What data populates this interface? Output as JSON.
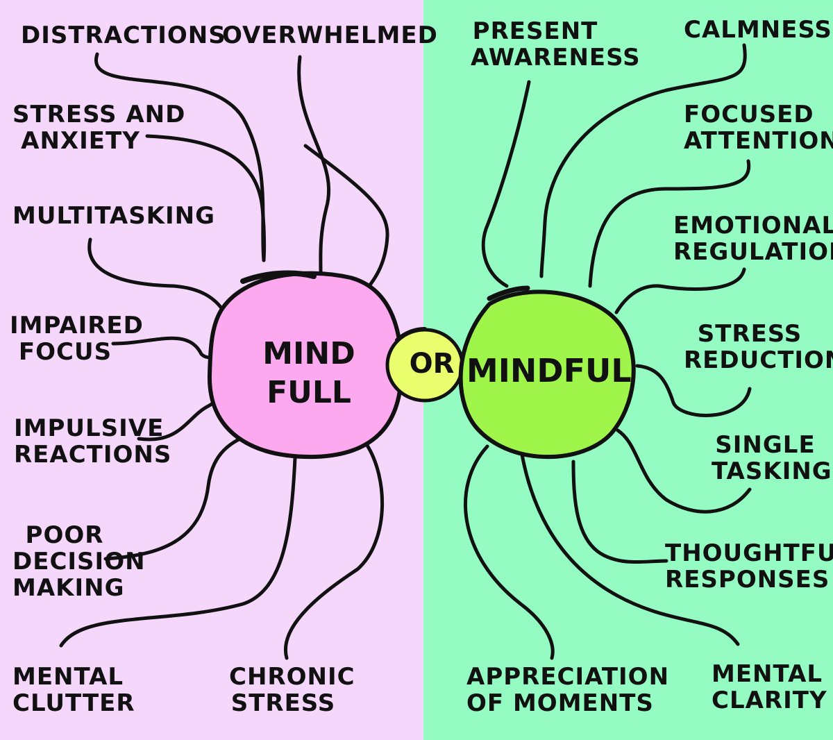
{
  "colors": {
    "left_background": "#f4d7fb",
    "right_background": "#94fbc2",
    "mind_full_bubble": "#fda9ef",
    "or_bubble": "#eaff6e",
    "mindful_bubble": "#9ff54a",
    "ink": "#111111"
  },
  "center": {
    "mind_full": [
      "MIND",
      "FULL"
    ],
    "or": "OR",
    "mindful": "MINDFUL"
  },
  "mind_full_branches": {
    "distractions": [
      "DISTRACTIONS"
    ],
    "overwhelmed": [
      "OVERWHELMED"
    ],
    "stress_and_anxiety": [
      "STRESS AND",
      "ANXIETY"
    ],
    "multitasking": [
      "MULTITASKING"
    ],
    "impaired_focus": [
      "IMPAIRED",
      "FOCUS"
    ],
    "impulsive_reactions": [
      "IMPULSIVE",
      "REACTIONS"
    ],
    "poor_decision_making": [
      "POOR",
      "DECISION",
      "MAKING"
    ],
    "mental_clutter": [
      "MENTAL",
      "CLUTTER"
    ],
    "chronic_stress": [
      "CHRONIC",
      "STRESS"
    ]
  },
  "mindful_branches": {
    "present_awareness": [
      "PRESENT",
      "AWARENESS"
    ],
    "calmness": [
      "CALMNESS"
    ],
    "focused_attention": [
      "FOCUSED",
      "ATTENTION"
    ],
    "emotional_regulation": [
      "EMOTIONAL",
      "REGULATION"
    ],
    "stress_reduction": [
      "STRESS",
      "REDUCTION"
    ],
    "single_tasking": [
      "SINGLE",
      "TASKING"
    ],
    "thoughtful_responses": [
      "THOUGHTFUL",
      "RESPONSES"
    ],
    "appreciation_of_moments": [
      "APPRECIATION",
      "OF MOMENTS"
    ],
    "mental_clarity": [
      "MENTAL",
      "CLARITY"
    ]
  }
}
